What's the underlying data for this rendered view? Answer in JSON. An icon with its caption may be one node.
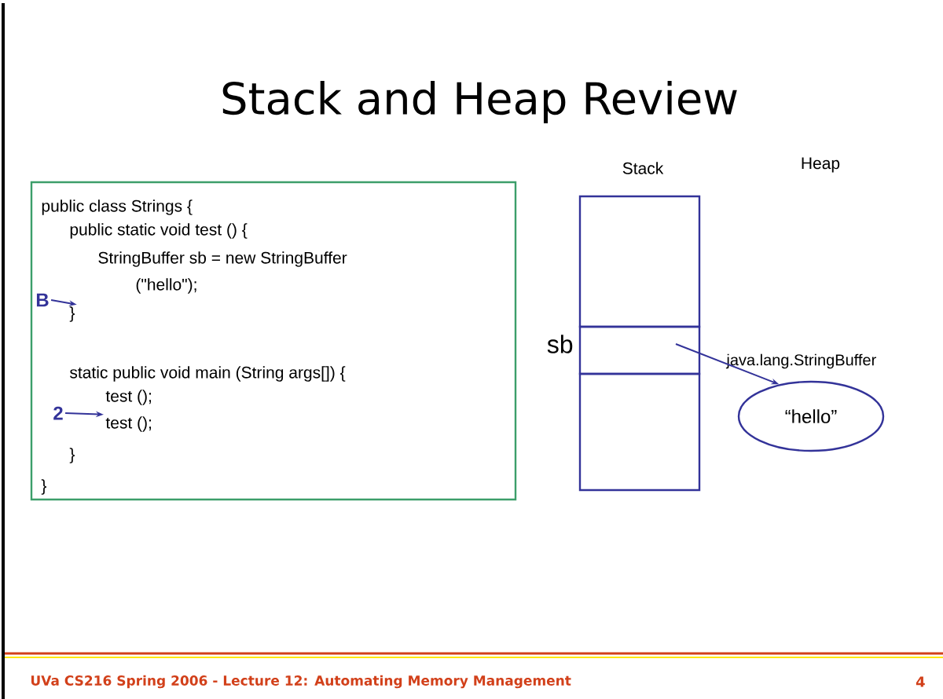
{
  "diagram": {
    "title": "Stack and Heap Review",
    "nodes": [
      {
        "text": [],
        "shape": "box"
      },
      {
        "text": [
          "public class Strings {"
        ],
        "in": 0
      },
      {
        "text": [
          "public static void test () {"
        ],
        "in": 0
      },
      {
        "text": [
          "StringBuffer sb = new StringBuffer"
        ],
        "in": 0
      },
      {
        "text": [
          "(\"hello\");"
        ],
        "in": 0
      },
      {
        "text": [
          "}"
        ],
        "in": 0
      },
      {
        "text": [
          "static public void main (String args[]) {"
        ],
        "in": 0
      },
      {
        "text": [
          "test ();"
        ],
        "in": 0
      },
      {
        "text": [
          "test ();"
        ],
        "in": 0
      },
      {
        "text": [
          "}"
        ],
        "in": 0
      },
      {
        "text": [
          "}"
        ],
        "in": 0
      },
      {
        "text": [],
        "shape": "box"
      },
      {
        "text": [],
        "shape": "box",
        "beside": [
          "sb"
        ]
      },
      {
        "text": [],
        "shape": "box"
      },
      {
        "text": [
          "“hello”"
        ],
        "beside": [
          "java.lang.StringBuffer"
        ]
      },
      {
        "text": [
          "B"
        ],
        "in": 0
      },
      {
        "text": [
          "2"
        ],
        "in": 0
      }
    ],
    "edges": [
      {
        "from": 12,
        "to": 14,
        "arrow": "to"
      },
      {
        "from": 15,
        "to": 5,
        "arrow": "to"
      },
      {
        "from": 16,
        "to": 8,
        "arrow": "to"
      }
    ],
    "labels": [
      "Stack",
      "Heap",
      "UVa CS216 Spring 2006 - Lecture 12: Automating Memory Management",
      "4"
    ]
  }
}
